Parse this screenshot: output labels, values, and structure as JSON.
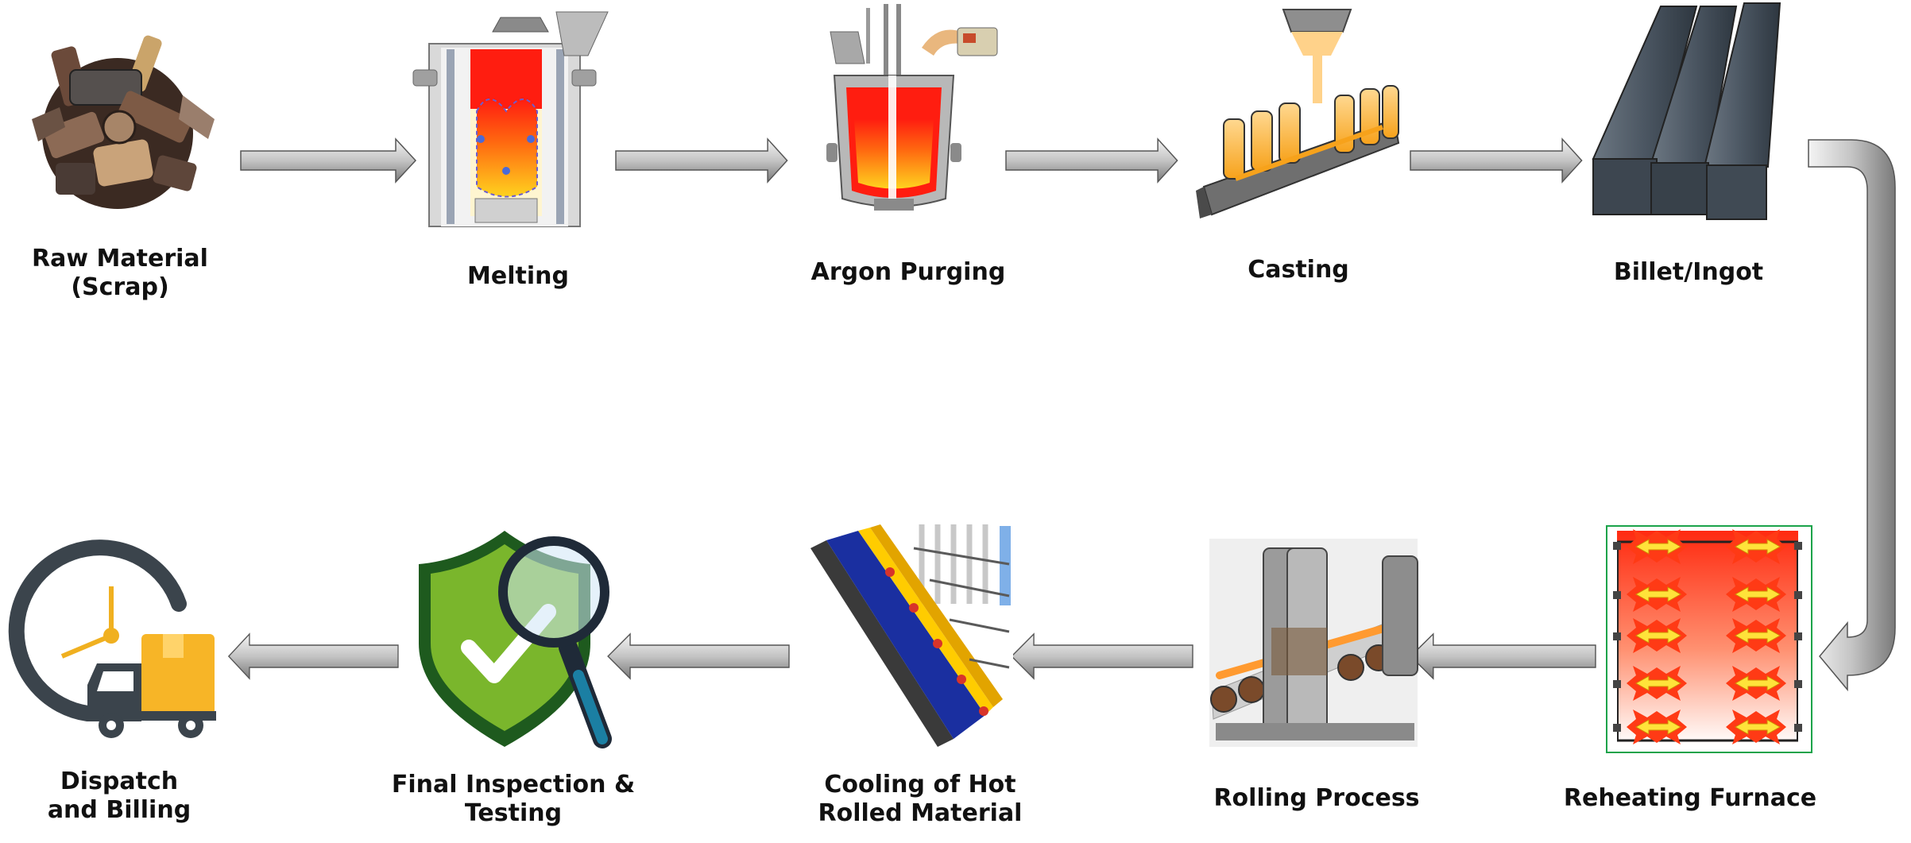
{
  "diagram": {
    "steps": [
      {
        "id": "raw-material",
        "label": "Raw Material\n(Scrap)"
      },
      {
        "id": "melting",
        "label": "Melting"
      },
      {
        "id": "argon-purging",
        "label": "Argon Purging"
      },
      {
        "id": "casting",
        "label": "Casting"
      },
      {
        "id": "billet-ingot",
        "label": "Billet/Ingot"
      },
      {
        "id": "reheating-furnace",
        "label": "Reheating Furnace"
      },
      {
        "id": "rolling-process",
        "label": "Rolling Process"
      },
      {
        "id": "cooling",
        "label": "Cooling of Hot\nRolled Material"
      },
      {
        "id": "final-inspection",
        "label": "Final Inspection &\nTesting"
      },
      {
        "id": "dispatch",
        "label": "Dispatch\nand Billing"
      }
    ],
    "icons": {
      "raw-material": "scrap-pile-icon",
      "melting": "induction-furnace-icon",
      "argon-purging": "ladle-furnace-icon",
      "casting": "continuous-caster-icon",
      "billet-ingot": "steel-billets-icon",
      "reheating-furnace": "reheating-furnace-icon",
      "rolling-process": "rolling-mill-icon",
      "cooling": "cooling-bed-icon",
      "final-inspection": "shield-check-magnifier-icon",
      "dispatch": "clock-delivery-truck-icon"
    },
    "colors": {
      "arrow_light": "#ececec",
      "arrow_dark": "#8a8a8a",
      "molten": "#ff2a10",
      "flame": "#ffd21f",
      "steel": "#4f5b66",
      "shield": "#7ab62c",
      "truck_box": "#f7b527"
    }
  }
}
